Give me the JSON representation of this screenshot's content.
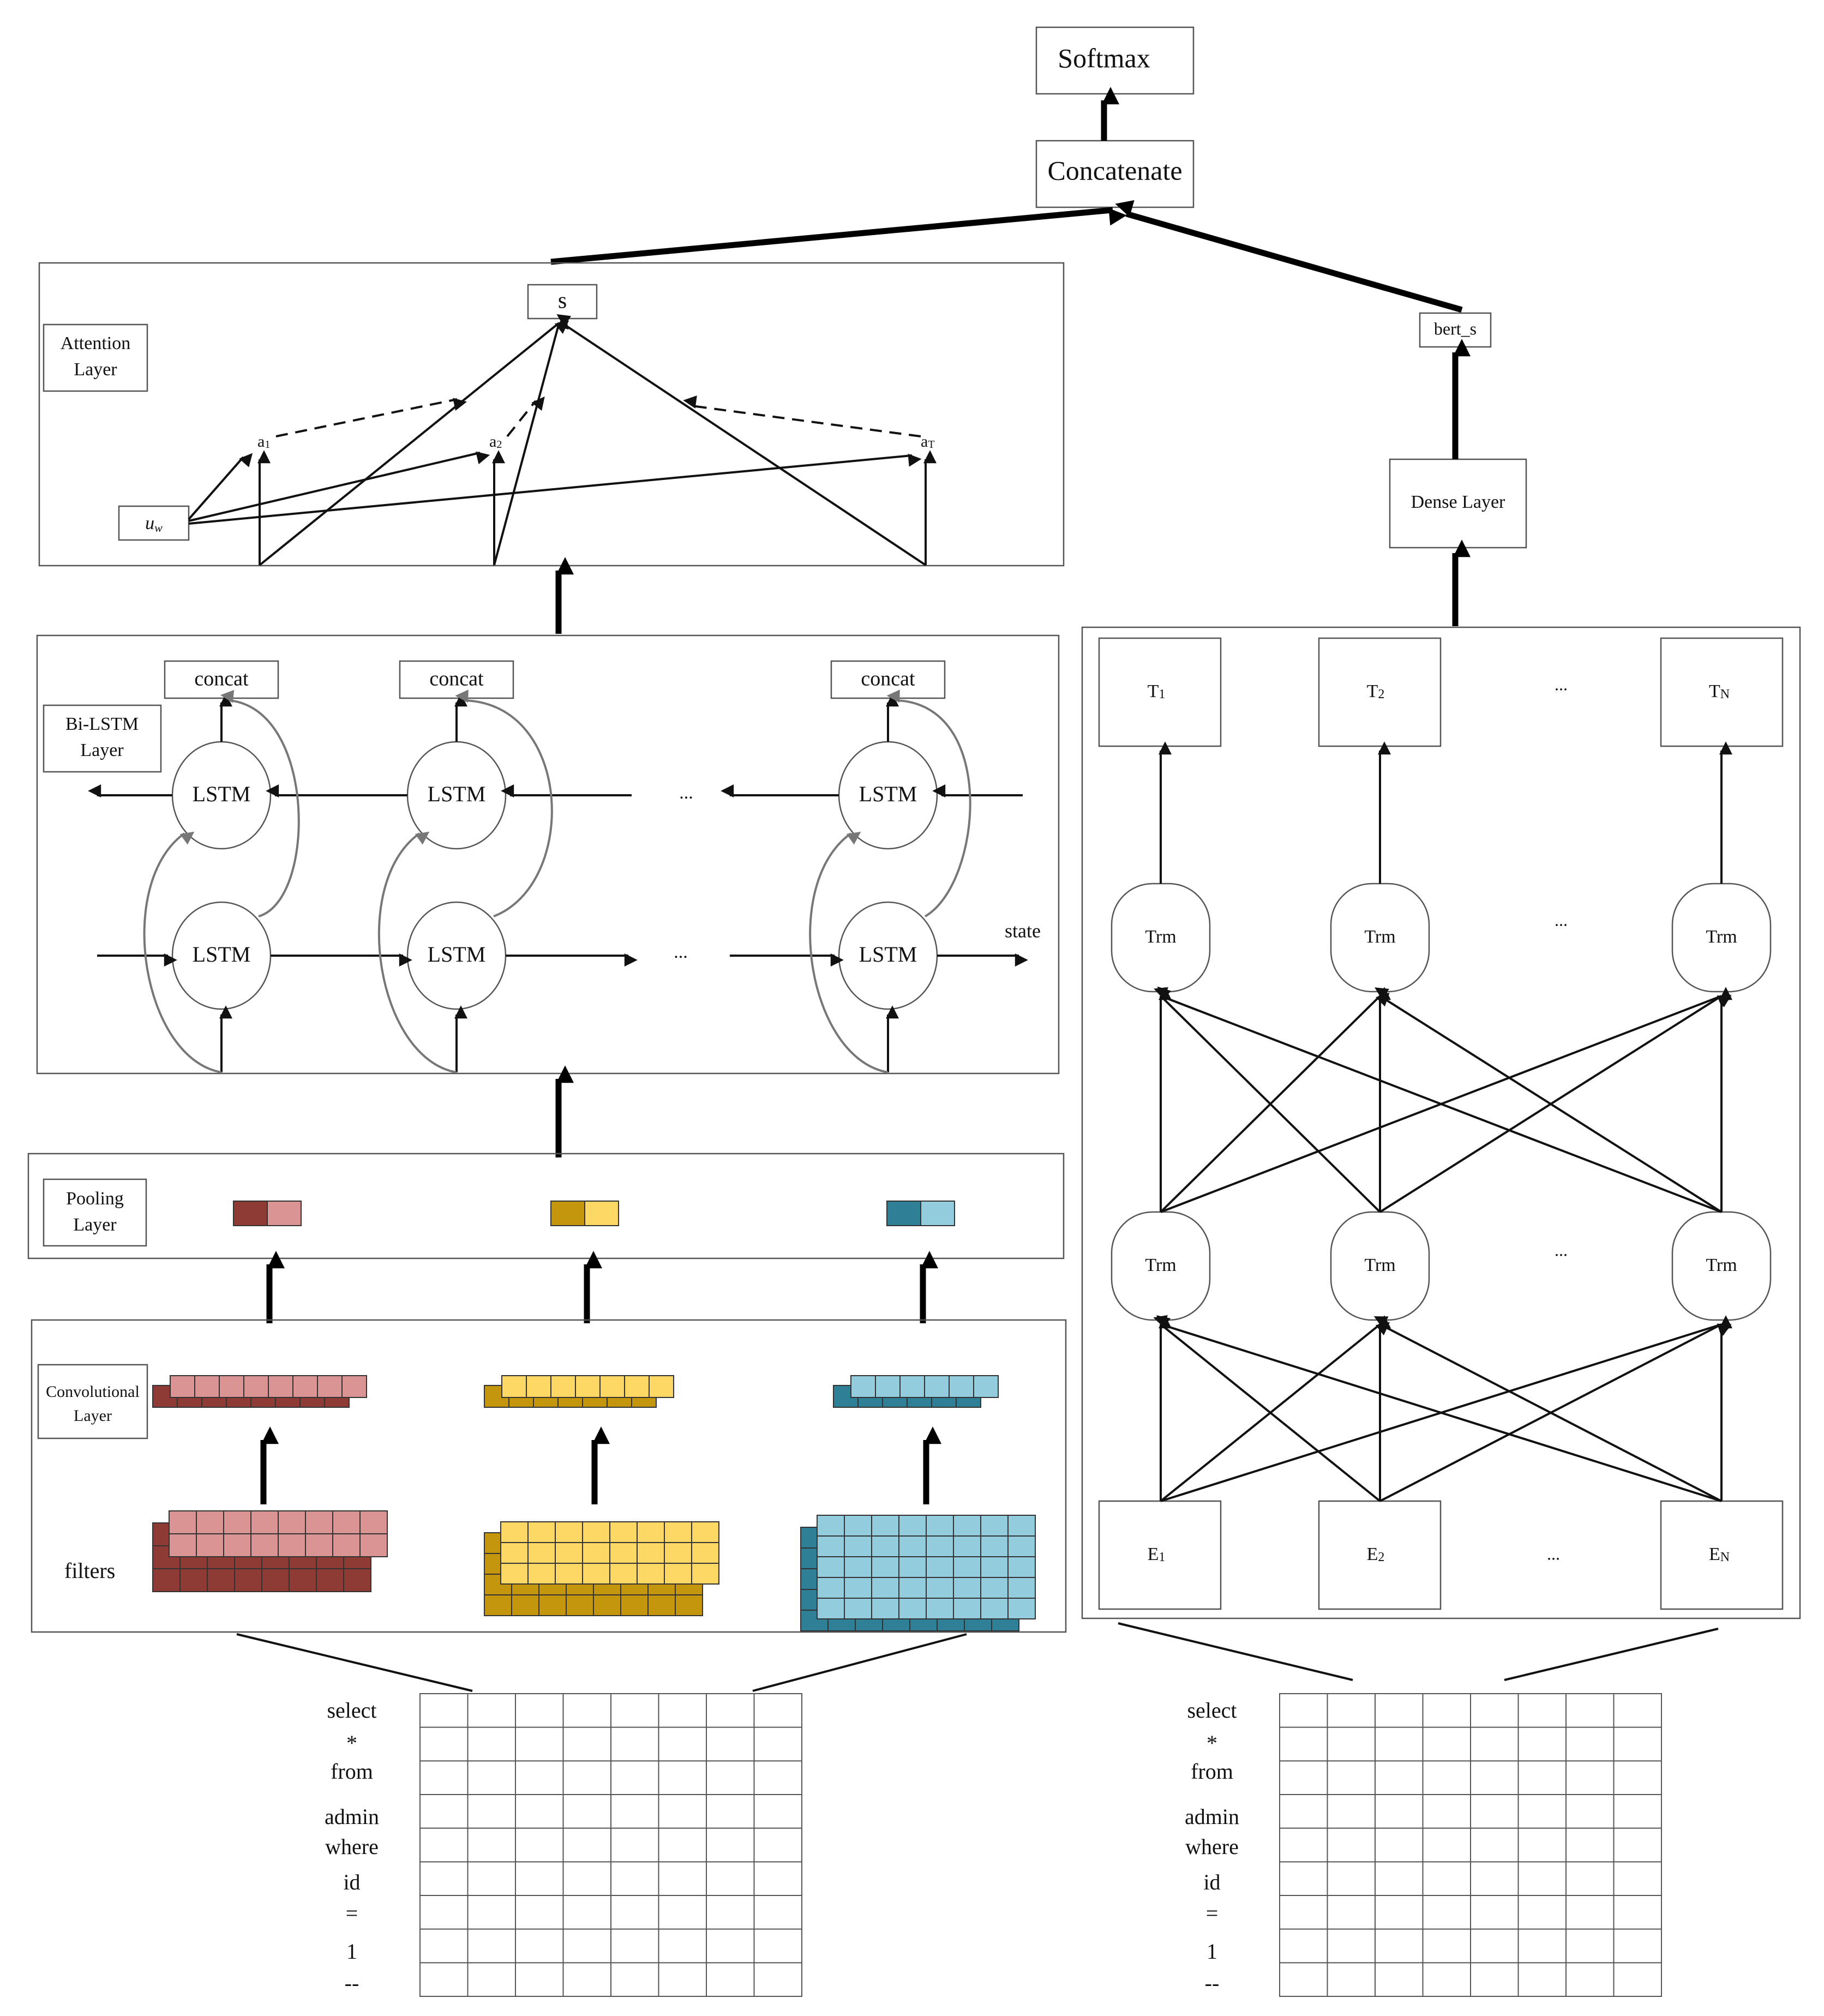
{
  "top": {
    "softmax": "Softmax",
    "concatenate": "Concatenate"
  },
  "attention": {
    "label_line1": "Attention",
    "label_line2": "Layer",
    "s": "s",
    "uw_base": "u",
    "uw_sub": "w",
    "a1_base": "a",
    "a1_sub": "1",
    "a2_base": "a",
    "a2_sub": "2",
    "aT_base": "a",
    "aT_sub": "T"
  },
  "bilstm": {
    "label_line1": "Bi-LSTM",
    "label_line2": "Layer",
    "concat": "concat",
    "lstm": "LSTM",
    "ellipsis": "...",
    "state": "state"
  },
  "pooling": {
    "label_line1": "Pooling",
    "label_line2": "Layer"
  },
  "conv": {
    "label_line1": "Convolutional",
    "label_line2": "Layer",
    "filters": "filters"
  },
  "tokens": [
    "select",
    "*",
    "from",
    "admin",
    "where",
    "id",
    "=",
    "1",
    "--"
  ],
  "bert": {
    "bert_s": "bert_s",
    "dense": "Dense Layer",
    "trm": "Trm",
    "ellipsis": "...",
    "t1_base": "T",
    "t1_sub": "1",
    "t2_base": "T",
    "t2_sub": "2",
    "tn_base": "T",
    "tn_sub": "N",
    "e1_base": "E",
    "e1_sub": "1",
    "e2_base": "E",
    "e2_sub": "2",
    "en_base": "E",
    "en_sub": "N"
  },
  "colors": {
    "red_dark": "#8e3a35",
    "red_light": "#d99493",
    "yellow_dark": "#c4960e",
    "yellow_light": "#fdd865",
    "blue_dark": "#2f7f96",
    "blue_light": "#93cddd"
  }
}
